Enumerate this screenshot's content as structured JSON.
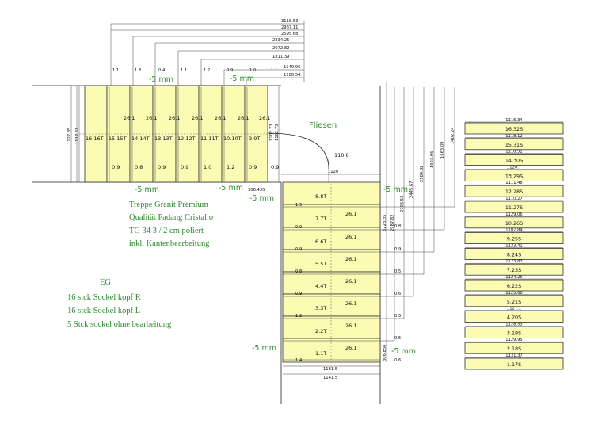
{
  "top_dims": [
    "3118.53",
    "2967.11",
    "2595.68",
    "2334.25",
    "2072.82",
    "1811.39",
    "1549.96",
    "1288.54"
  ],
  "column_marks": [
    "1.1",
    "1.3",
    "0.4",
    "1.1",
    "1.2",
    "0.9",
    "1.0",
    "1.1"
  ],
  "left_dims": [
    "1127.85",
    "1117.61"
  ],
  "upper_flight": {
    "tread_labels": [
      "16.16T",
      "15.15T",
      "14.14T",
      "13.13T",
      "12.12T",
      "11.11T",
      "10.10T",
      "9.9T"
    ],
    "tread_depths": [
      "26.1",
      "26.1",
      "26.1",
      "26.1",
      "26.1",
      "26.1",
      "26.1"
    ],
    "bottom_marks": [
      "0.9",
      "0.8",
      "0.9",
      "0.9",
      "1.0",
      "1.2",
      "0.9",
      "0.9"
    ],
    "right_dims": [
      "1102.73",
      "1102.73"
    ]
  },
  "landing": {
    "dim_120": "1120",
    "dim_1108": "110.8",
    "dim_306": "306.435",
    "label": "Fliesen"
  },
  "lower_flight": {
    "tread_labels": [
      "8.8T",
      "7.7T",
      "6.6T",
      "5.5T",
      "4.4T",
      "3.3T",
      "2.2T",
      "1.1T"
    ],
    "tread_depth": "26.1",
    "left_marks": [
      "1.5",
      "0.9",
      "0.9",
      "0.8",
      "0.9",
      "1.2",
      "1.4"
    ],
    "right_marks": [
      "0.8",
      "0.9",
      "0.5",
      "0.6",
      "0.5",
      "0.5",
      "0.6"
    ],
    "small_dim": "306.856",
    "bottom_dims": [
      "1131.5",
      "1141.5"
    ]
  },
  "vertical_dims": [
    "3228.35",
    "2987.82",
    "2706.53",
    "2445.67",
    "2184.82",
    "1923.96",
    "1663.09",
    "1402.24"
  ],
  "minus_labels": [
    "-5 mm",
    "-5 mm",
    "-5 mm",
    "-5 mm",
    "-5 mm",
    "-5 mm",
    "-5 mm",
    "-5 mm"
  ],
  "notes": {
    "lines": [
      "Treppe Granit Premium",
      "Qualität Padang Cristallo",
      "TG 34 3 / 2 cm poliert",
      "inkl. Kantenbearbeitung"
    ],
    "eg_title": "EG",
    "eg_lines": [
      "16 stck Sockel kopf R",
      "16 stck Sockel kopf L",
      "5 Stck sockel ohne bearbeitung"
    ]
  },
  "sockel_list": [
    {
      "dim": "1116.34",
      "label": "16.32S"
    },
    {
      "dim": "1118.12",
      "label": "15.31S"
    },
    {
      "dim": "1118.91",
      "label": "14.30S"
    },
    {
      "dim": "1120.7",
      "label": "13.29S"
    },
    {
      "dim": "1111.48",
      "label": "12.28S"
    },
    {
      "dim": "1110.27",
      "label": "11.27S"
    },
    {
      "dim": "1129.06",
      "label": "10.26S"
    },
    {
      "dim": "1107.84",
      "label": "9.25S"
    },
    {
      "dim": "1123.41",
      "label": "8.24S"
    },
    {
      "dim": "1123.83",
      "label": "7.23S"
    },
    {
      "dim": "1124.26",
      "label": "6.22S"
    },
    {
      "dim": "1125.68",
      "label": "5.21S"
    },
    {
      "dim": "1127.1",
      "label": "4.20S"
    },
    {
      "dim": "1128.53",
      "label": "3.19S"
    },
    {
      "dim": "1129.95",
      "label": "2.18S"
    },
    {
      "dim": "1131.37",
      "label": "1.17S"
    }
  ],
  "colors": {
    "tread_fill": "#fbfbb4",
    "annotation_green": "#2e8b2e",
    "line": "#333333"
  }
}
